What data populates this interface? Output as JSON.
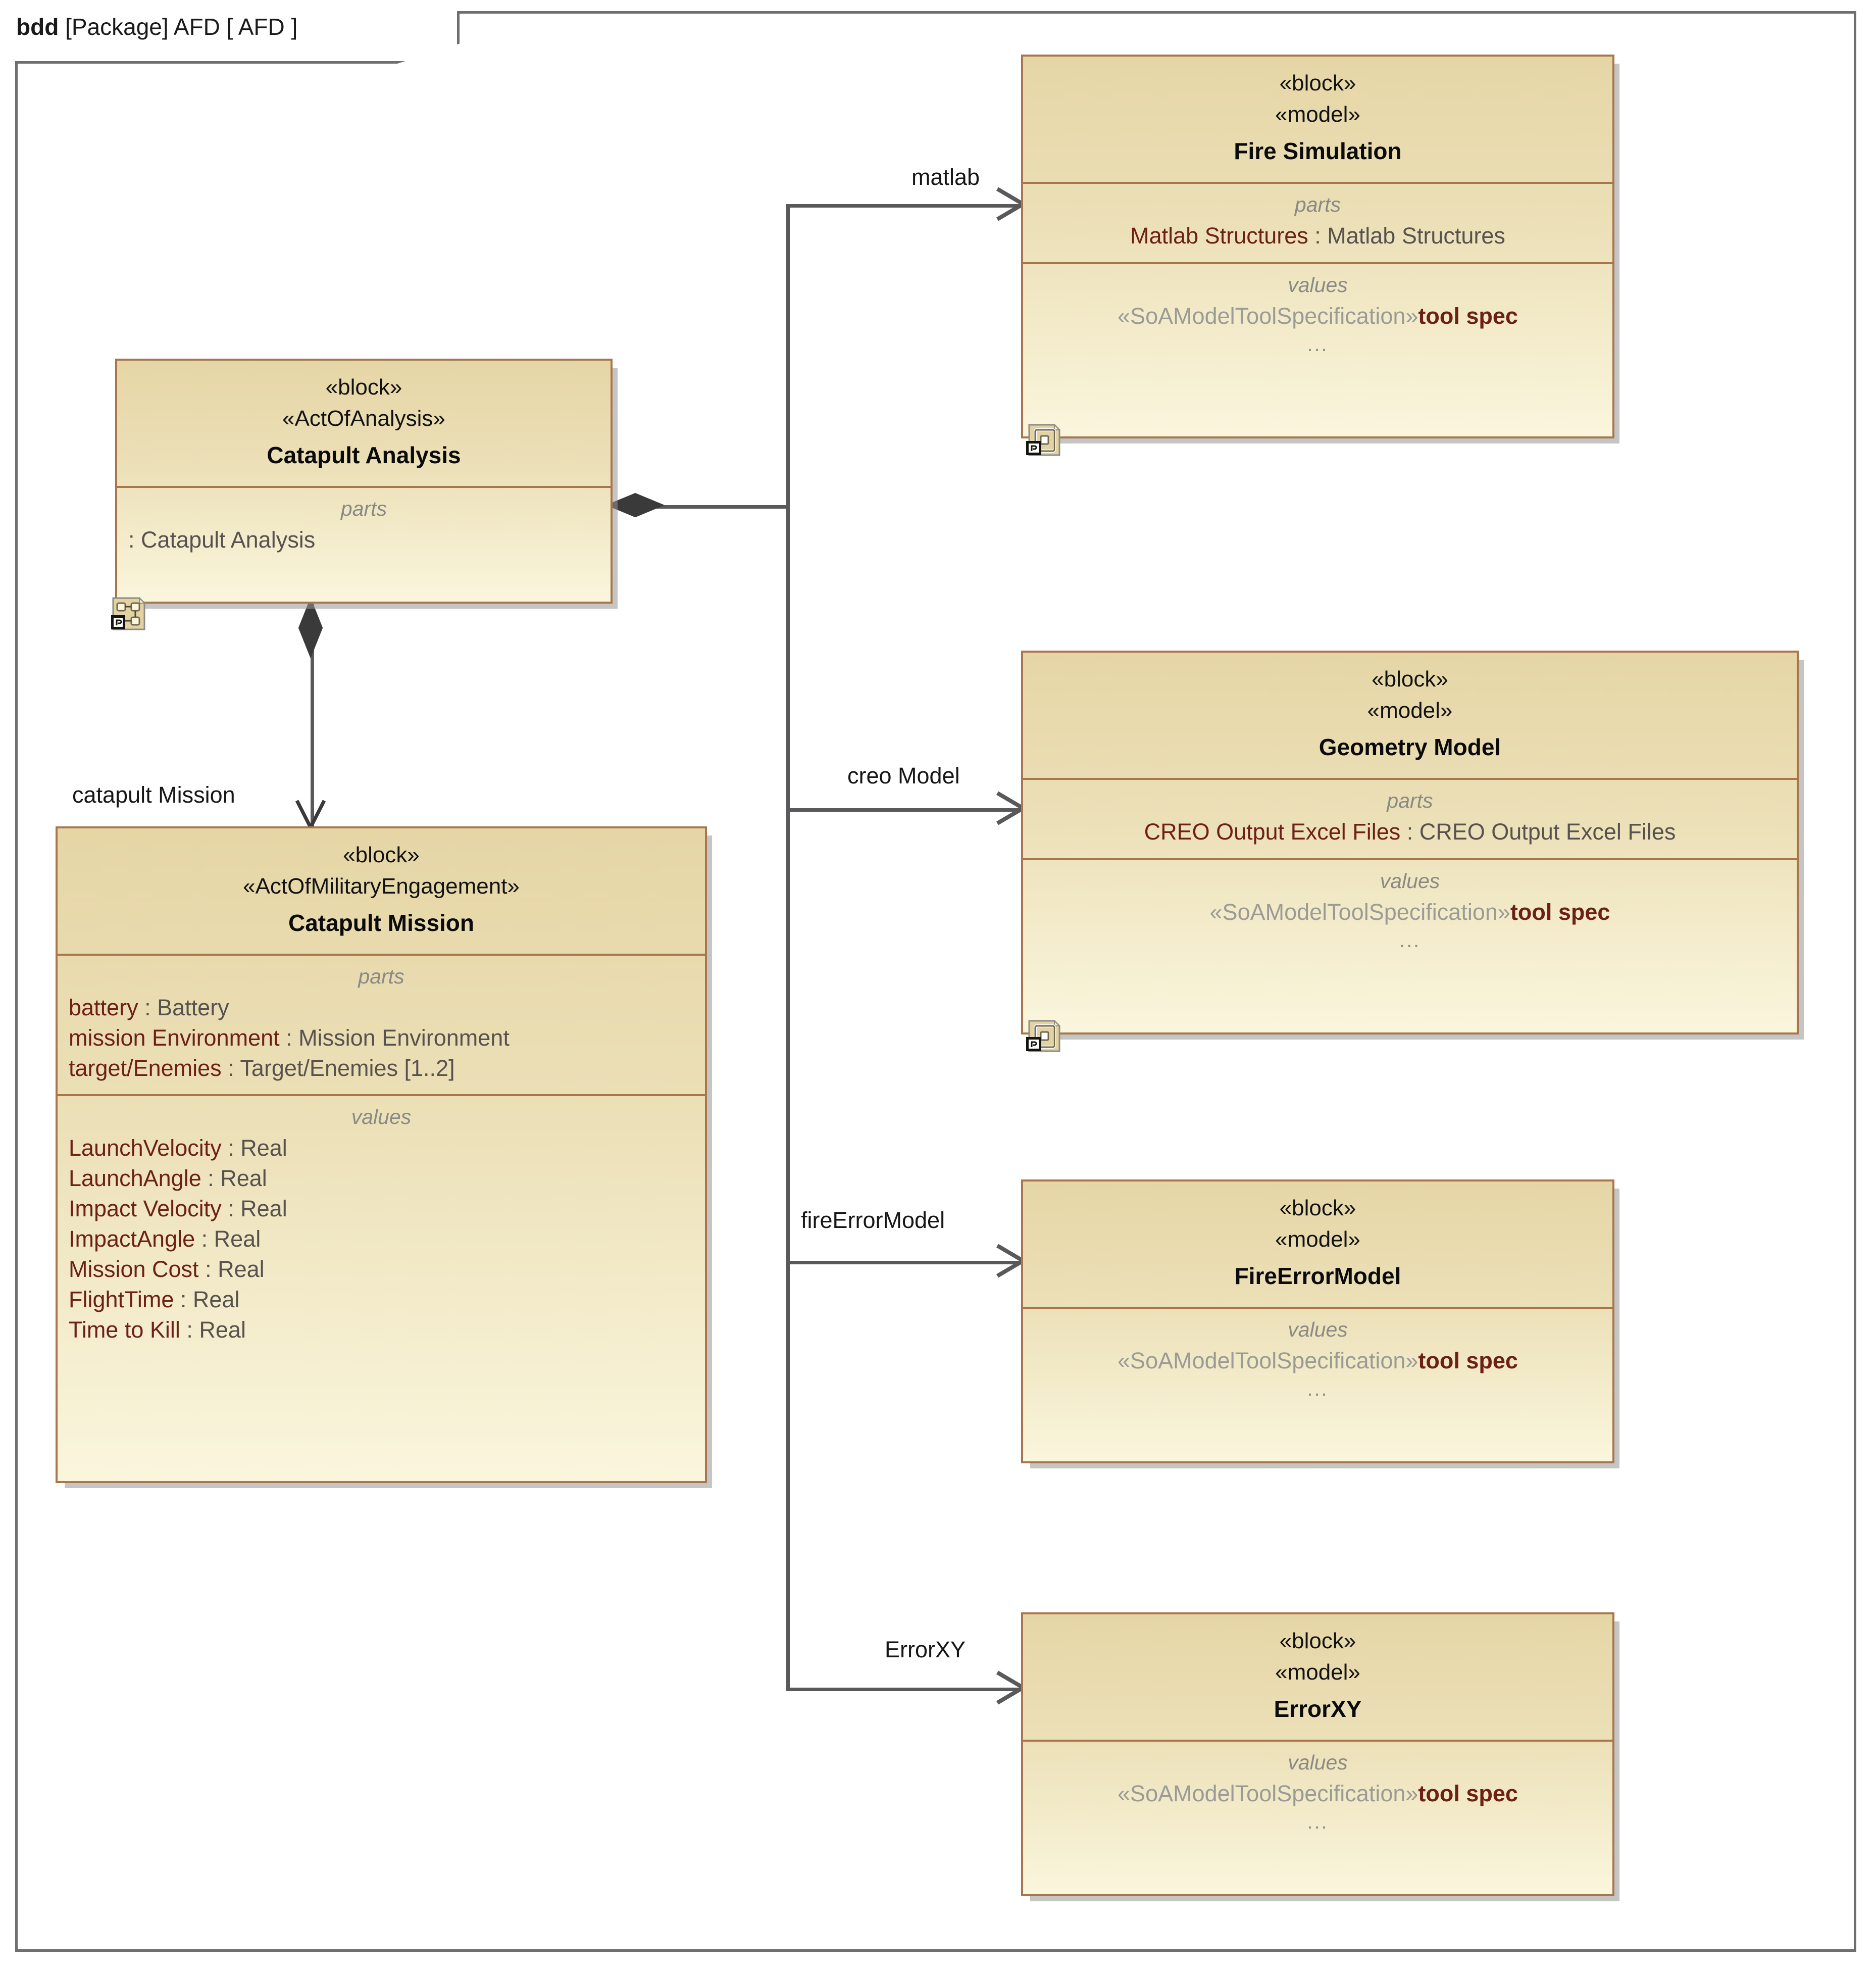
{
  "diagram": {
    "frame_keyword": "bdd",
    "frame_scope": "[Package] AFD [ AFD ]",
    "type": "SysML Block Definition Diagram",
    "colors": {
      "block_fill_top": "#e6d6a6",
      "block_fill_bottom": "#faf6dd",
      "block_border": "#a9764c",
      "frame_border": "#6e6e6e",
      "property_name": "#6d2016",
      "property_type": "#57524e",
      "compartment_label": "#8a8a84",
      "connector": "#59595b"
    }
  },
  "blocks": {
    "catapult_analysis": {
      "stereotype1": "«block»",
      "stereotype2": "«ActOfAnalysis»",
      "name": "Catapult Analysis",
      "parts_label": "parts",
      "parts": [
        {
          "name": "",
          "sep": ": ",
          "type": "Catapult Analysis"
        }
      ],
      "icon": "bdd-diagram-icon"
    },
    "catapult_mission": {
      "stereotype1": "«block»",
      "stereotype2": "«ActOfMilitaryEngagement»",
      "name": "Catapult Mission",
      "parts_label": "parts",
      "parts": [
        {
          "name": "battery",
          "sep": " : ",
          "type": "Battery"
        },
        {
          "name": "mission Environment",
          "sep": " : ",
          "type": "Mission Environment"
        },
        {
          "name": "target/Enemies",
          "sep": " : ",
          "type": "Target/Enemies [1..2]"
        }
      ],
      "values_label": "values",
      "values": [
        {
          "name": "LaunchVelocity",
          "sep": " : ",
          "type": "Real"
        },
        {
          "name": "LaunchAngle",
          "sep": " : ",
          "type": "Real"
        },
        {
          "name": "Impact Velocity",
          "sep": " : ",
          "type": "Real"
        },
        {
          "name": "ImpactAngle",
          "sep": " : ",
          "type": "Real"
        },
        {
          "name": "Mission Cost",
          "sep": " : ",
          "type": "Real"
        },
        {
          "name": "FlightTime",
          "sep": " : ",
          "type": "Real"
        },
        {
          "name": "Time to Kill",
          "sep": " : ",
          "type": "Real"
        }
      ]
    },
    "fire_simulation": {
      "stereotype1": "«block»",
      "stereotype2": "«model»",
      "name": "Fire Simulation",
      "parts_label": "parts",
      "parts": [
        {
          "name": "Matlab Structures",
          "sep": " : ",
          "type": "Matlab Structures"
        }
      ],
      "values_label": "values",
      "value_stereotype": "«SoAModelToolSpecification»",
      "value_name": "tool spec",
      "ellipsis": "...",
      "icon": "ibd-diagram-icon"
    },
    "geometry_model": {
      "stereotype1": "«block»",
      "stereotype2": "«model»",
      "name": "Geometry Model",
      "parts_label": "parts",
      "parts": [
        {
          "name": "CREO Output Excel Files",
          "sep": " : ",
          "type": "CREO Output Excel Files"
        }
      ],
      "values_label": "values",
      "value_stereotype": "«SoAModelToolSpecification»",
      "value_name": "tool spec",
      "ellipsis": "...",
      "icon": "ibd-diagram-icon"
    },
    "fire_error_model": {
      "stereotype1": "«block»",
      "stereotype2": "«model»",
      "name": "FireErrorModel",
      "values_label": "values",
      "value_stereotype": "«SoAModelToolSpecification»",
      "value_name": "tool spec",
      "ellipsis": "..."
    },
    "error_xy": {
      "stereotype1": "«block»",
      "stereotype2": "«model»",
      "name": "ErrorXY",
      "values_label": "values",
      "value_stereotype": "«SoAModelToolSpecification»",
      "value_name": "tool spec",
      "ellipsis": "..."
    }
  },
  "edges": {
    "matlab": "matlab",
    "creo_model": "creo Model",
    "fire_error_model": "fireErrorModel",
    "error_xy": "ErrorXY",
    "catapult_mission": "catapult Mission"
  }
}
